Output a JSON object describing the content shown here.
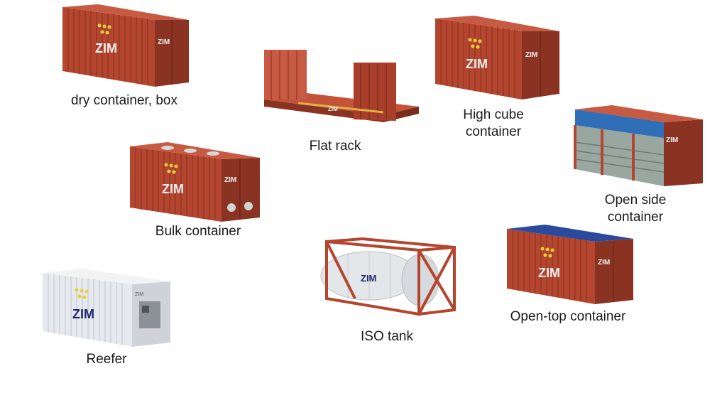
{
  "colors": {
    "container_red": "#b4452f",
    "container_dark": "#8a3322",
    "tarp_blue": "#2f6fb8",
    "top_blue": "#2a4a9e",
    "reefer_white": "#e6e9ee",
    "tank_white": "#e4e7ea",
    "logo_navy": "#1f2a6b",
    "hazard_yellow": "#e8d03a",
    "label_text": "#1a1a1a"
  },
  "brand_mark": "ZIM",
  "containers": [
    {
      "id": "dry",
      "label": "dry container, box",
      "icon": "dry-container-icon"
    },
    {
      "id": "flat",
      "label": "Flat rack",
      "icon": "flat-rack-icon"
    },
    {
      "id": "highcube",
      "label_lines": [
        "High cube",
        "container"
      ],
      "icon": "high-cube-container-icon"
    },
    {
      "id": "openside",
      "label_lines": [
        "Open side",
        "container"
      ],
      "icon": "open-side-container-icon"
    },
    {
      "id": "bulk",
      "label": "Bulk container",
      "icon": "bulk-container-icon"
    },
    {
      "id": "opentop",
      "label": "Open-top container",
      "icon": "open-top-container-icon"
    },
    {
      "id": "isotank",
      "label": "ISO tank",
      "icon": "iso-tank-icon"
    },
    {
      "id": "reefer",
      "label": "Reefer",
      "icon": "reefer-container-icon"
    }
  ]
}
